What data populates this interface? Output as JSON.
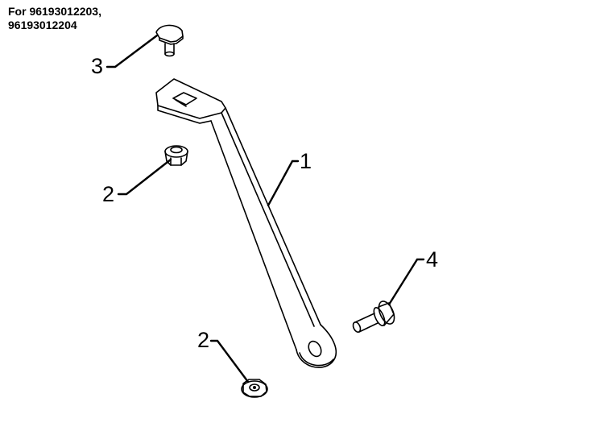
{
  "header": {
    "line1": "For 96193012203,",
    "line2": "96193012204"
  },
  "callouts": {
    "part1": "1",
    "part2_upper": "2",
    "part2_lower": "2",
    "part3": "3",
    "part4": "4"
  },
  "colors": {
    "line": "#000000",
    "background": "#ffffff"
  }
}
